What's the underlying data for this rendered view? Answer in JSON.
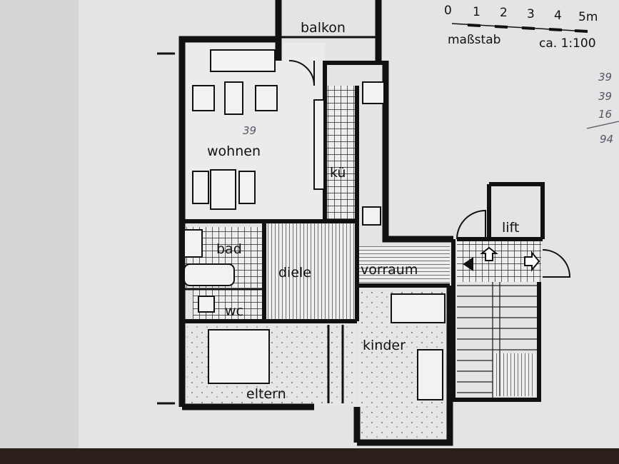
{
  "rooms": {
    "balkon": "balkon",
    "wohnen": "wohnen",
    "kueche": "kü",
    "bad": "bad",
    "diele": "diele",
    "vorraum": "vorraum",
    "lift": "lift",
    "wc": "wc",
    "kinder": "kinder",
    "eltern": "eltern"
  },
  "scale_bar": {
    "ticks": [
      "0",
      "1",
      "2",
      "3",
      "4",
      "5m"
    ],
    "label": "maßstab",
    "ratio": "ca. 1:100"
  },
  "handwritten": {
    "wohnen_area": "39",
    "sum_lines": [
      "39",
      "39",
      "16"
    ],
    "sum_total": "94"
  }
}
